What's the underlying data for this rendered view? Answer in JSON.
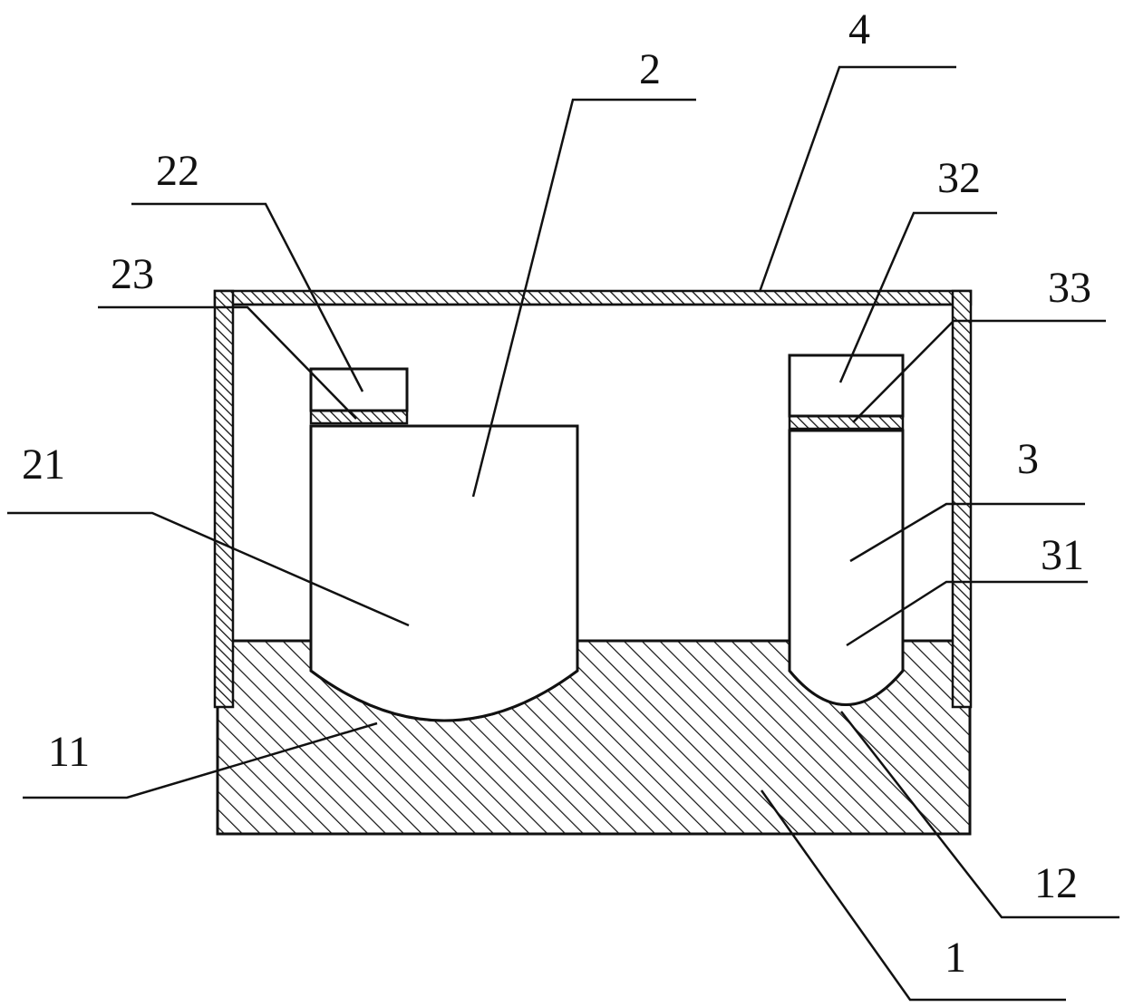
{
  "diagram": {
    "colors": {
      "line": "#111111",
      "fill": "#ffffff"
    },
    "labels": {
      "base": "1",
      "left_recess": "11",
      "right_recess": "12",
      "left_component": "2",
      "left_component_body": "21",
      "left_component_cap": "22",
      "left_component_layer": "23",
      "right_component": "3",
      "right_component_body": "31",
      "right_component_cap": "32",
      "right_component_layer": "33",
      "cover": "4"
    }
  }
}
